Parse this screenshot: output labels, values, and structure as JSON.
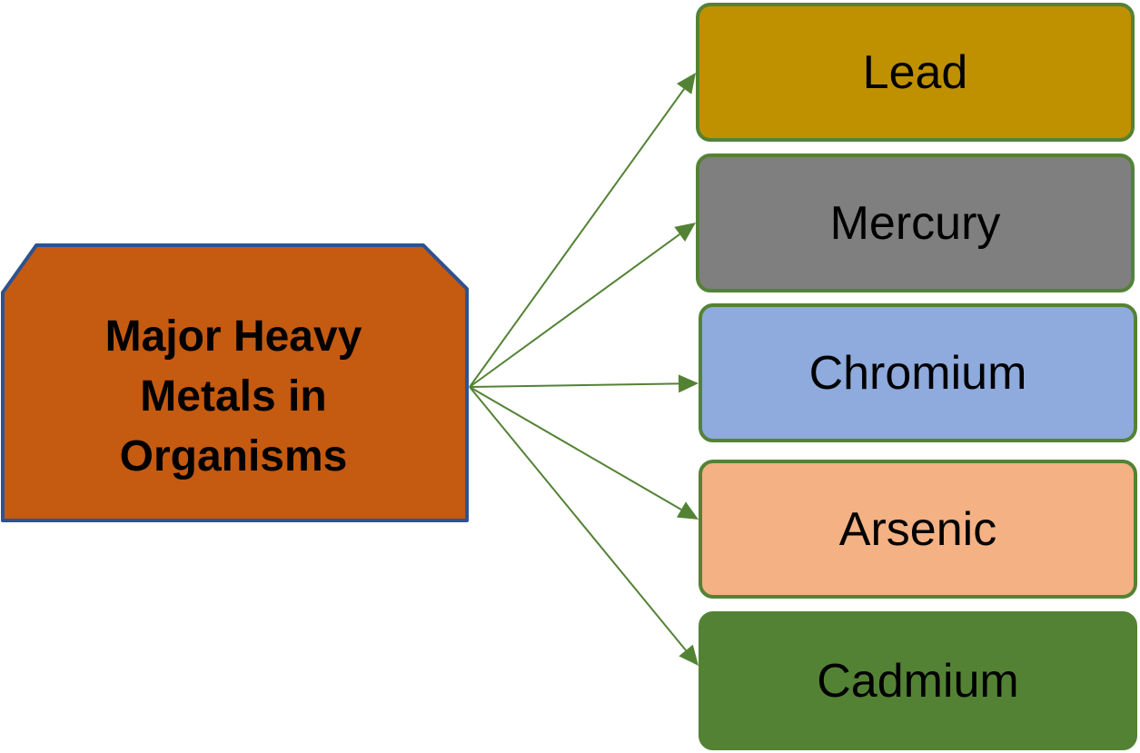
{
  "source": {
    "lines": [
      "Major Heavy",
      "Metals in",
      "Organisms"
    ],
    "fill": "#C55A11",
    "border": "#2F528F"
  },
  "targets": [
    {
      "label": "Lead",
      "fill": "#BF9000"
    },
    {
      "label": "Mercury",
      "fill": "#7F7F7F"
    },
    {
      "label": "Chromium",
      "fill": "#8FAADC"
    },
    {
      "label": "Arsenic",
      "fill": "#F4B183"
    },
    {
      "label": "Cadmium",
      "fill": "#548235"
    }
  ],
  "connector_color": "#548235",
  "target_border": "#548235"
}
